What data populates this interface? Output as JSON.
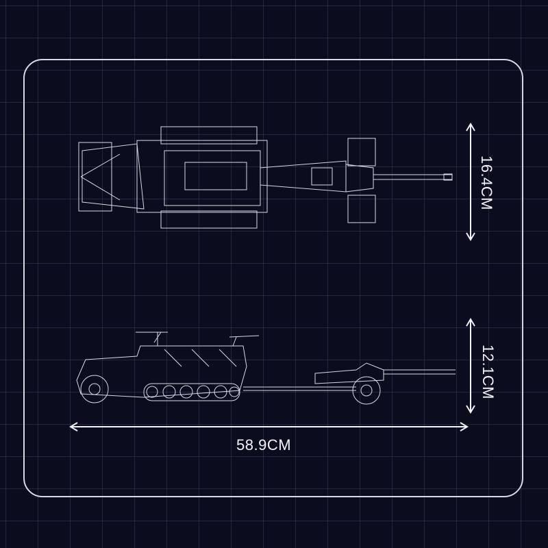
{
  "dimensions": {
    "top_view_width": "16.4CM",
    "side_view_height": "12.1CM",
    "overall_length": "58.9CM"
  },
  "colors": {
    "background": "#0b0d1f",
    "lines": "#e6e8f0"
  }
}
